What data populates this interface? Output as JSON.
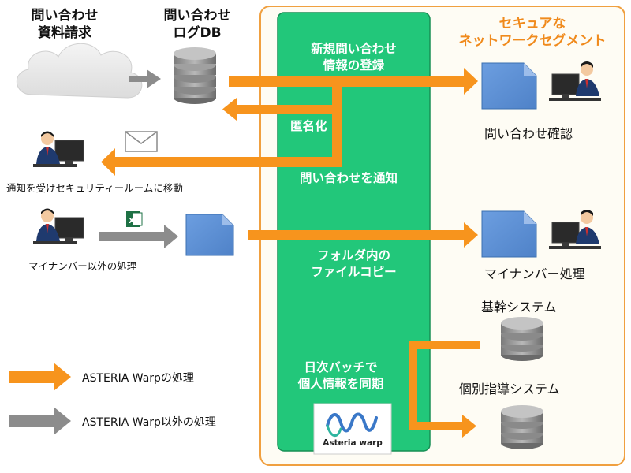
{
  "sources": {
    "inquiry_request": "問い合わせ\n資料請求",
    "log_db": "問い合わせ\nログDB"
  },
  "segment": {
    "title": "セキュアな\nネットワークセグメント"
  },
  "process_steps": {
    "register": "新規問い合わせ\n情報の登録",
    "anonymize": "匿名化",
    "notify": "問い合わせを通知",
    "folder_copy": "フォルダ内の\nファイルコピー",
    "batch_sync": "日次バッチで\n個人情報を同期"
  },
  "people": {
    "notified_move": "通知を受けセキュリティールームに移動",
    "non_my_number": "マイナンバー以外の処理",
    "inquiry_check": "問い合わせ確認",
    "my_number": "マイナンバー処理"
  },
  "systems": {
    "core": "基幹システム",
    "individual": "個別指導システム"
  },
  "legend": {
    "orange": "ASTERIA Warpの処理",
    "gray": "ASTERIA Warp以外の処理"
  },
  "logo": {
    "text": "Asteria warp"
  },
  "colors": {
    "orange": "#F7941D",
    "gray": "#8C8C8C",
    "green": "#22C77A",
    "panel_bg": "#FEFCF4",
    "panel_border": "#F0A040",
    "doc_blue": "#5B8FD4"
  }
}
